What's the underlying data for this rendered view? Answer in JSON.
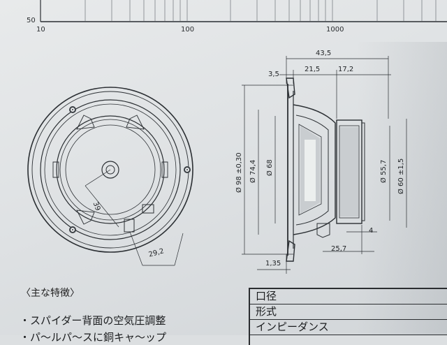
{
  "graph": {
    "y_tick": "50",
    "x_ticks": [
      "10",
      "100",
      "1000"
    ]
  },
  "drawing": {
    "dims_top": [
      "43,5",
      "3,5",
      "21,5",
      "17,2"
    ],
    "dims_vertical": [
      "Ø 98 ±0,30",
      "Ø 74,4",
      "Ø 68",
      "Ø 55,7",
      "Ø 60 ±1,5"
    ],
    "dims_bottom": [
      "4",
      "25,7",
      "1,35"
    ],
    "front_dims": [
      "39",
      "29,2"
    ]
  },
  "features": {
    "title": "〈主な特徴〉",
    "items": [
      "・スパイダー背面の空気圧調整",
      "・パ〜ルパ〜スに銅キャ〜ップ"
    ]
  },
  "specs": {
    "rows": [
      "口径",
      "形式",
      "インピーダンス"
    ]
  }
}
